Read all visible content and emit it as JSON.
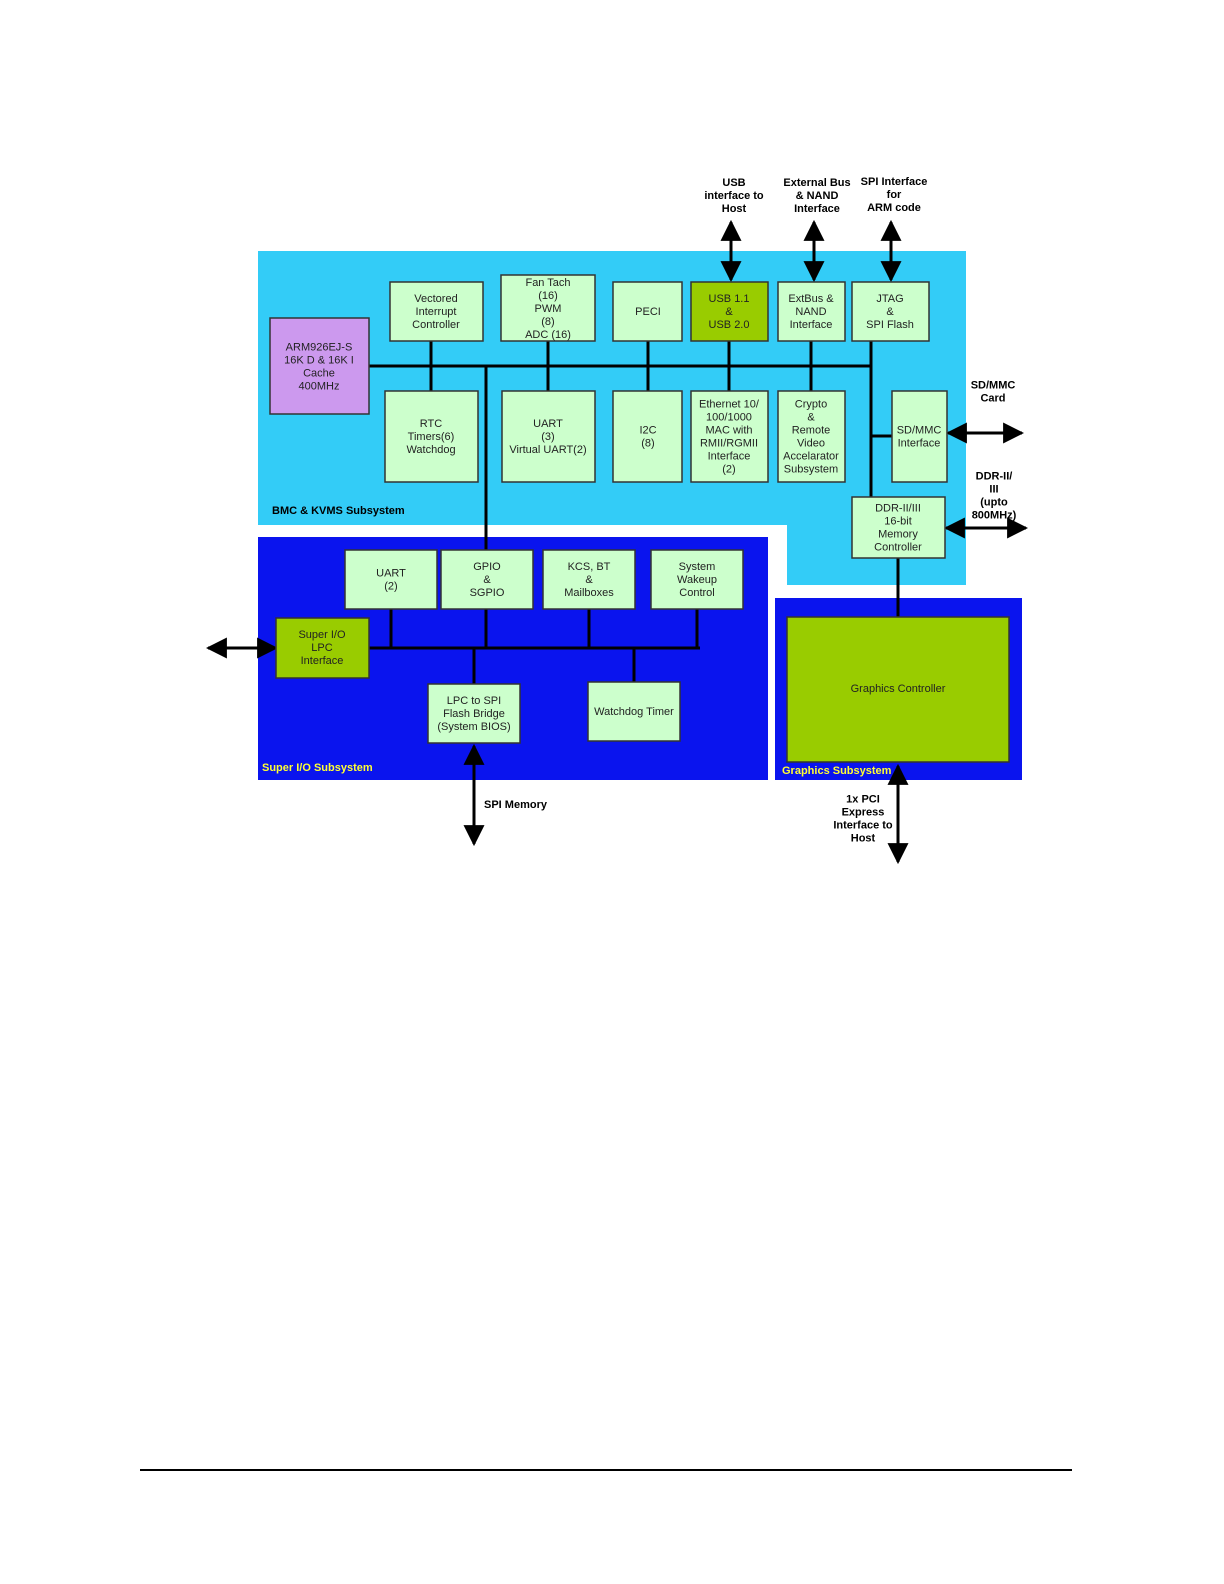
{
  "colors": {
    "bmc_region": "#33ccf7",
    "superio_region": "#0a14ee",
    "graphics_region": "#0a14ee",
    "block_fill": "#ccffcc",
    "highlight_fill": "#99cc00",
    "cpu_fill": "#cc99ee",
    "line": "#000000",
    "label_yellow": "#ffff33",
    "label_dark": "#000000"
  },
  "regions": {
    "bmc": "BMC & KVMS Subsystem",
    "superio": "Super I/O Subsystem",
    "graphics": "Graphics Subsystem"
  },
  "blocks": {
    "cpu": [
      "ARM926EJ-S",
      "16K D & 16K  I",
      "Cache",
      "400MHz"
    ],
    "vic": [
      "Vectored",
      "Interrupt",
      "Controller"
    ],
    "fan": [
      "Fan Tach",
      "(16)",
      "PWM",
      "(8)",
      "ADC (16)"
    ],
    "peci": [
      "PECI"
    ],
    "usb": [
      "USB 1.1",
      "&",
      "USB 2.0"
    ],
    "extbus": [
      "ExtBus &",
      "NAND",
      "Interface"
    ],
    "jtag": [
      "JTAG",
      "&",
      "SPI Flash"
    ],
    "rtc": [
      "RTC",
      "Timers(6)",
      "Watchdog"
    ],
    "uart_bmc": [
      "UART",
      "(3)",
      "Virtual UART(2)"
    ],
    "i2c": [
      "I2C",
      "(8)"
    ],
    "eth": [
      "Ethernet 10/",
      "100/1000",
      "MAC with",
      "RMII/RGMII",
      "Interface",
      "(2)"
    ],
    "crypto": [
      "Crypto",
      "&",
      "Remote",
      "Video",
      "Accelarator",
      "Subsystem"
    ],
    "sdmmc": [
      "SD/MMC",
      "Interface"
    ],
    "ddr": [
      "DDR-II/III",
      "16-bit",
      "Memory",
      "Controller"
    ],
    "uart_sio": [
      "UART",
      "(2)"
    ],
    "gpio": [
      "GPIO",
      "&",
      "SGPIO"
    ],
    "kcs": [
      "KCS, BT",
      "&",
      "Mailboxes"
    ],
    "wakeup": [
      "System",
      "Wakeup",
      "Control"
    ],
    "lpc": [
      "Super I/O",
      "LPC",
      "Interface"
    ],
    "lpc_spi": [
      "LPC to SPI",
      "Flash Bridge",
      "(System BIOS)"
    ],
    "wdt": [
      "Watchdog Timer"
    ],
    "gfx": [
      "Graphics Controller"
    ]
  },
  "external": {
    "usb_host": [
      "USB",
      "interface to",
      "Host"
    ],
    "ext_bus": [
      "External Bus",
      "& NAND",
      "Interface"
    ],
    "spi_arm": [
      "SPI Interface",
      "for",
      "ARM code"
    ],
    "sd_card": [
      "SD/MMC",
      "Card"
    ],
    "ddr_mem": [
      "DDR-II/",
      "III",
      "(upto",
      "800MHz)"
    ],
    "spi_memory": [
      "SPI Memory"
    ],
    "pcie_host": [
      "1x PCI",
      "Express",
      "Interface to",
      "Host"
    ]
  }
}
